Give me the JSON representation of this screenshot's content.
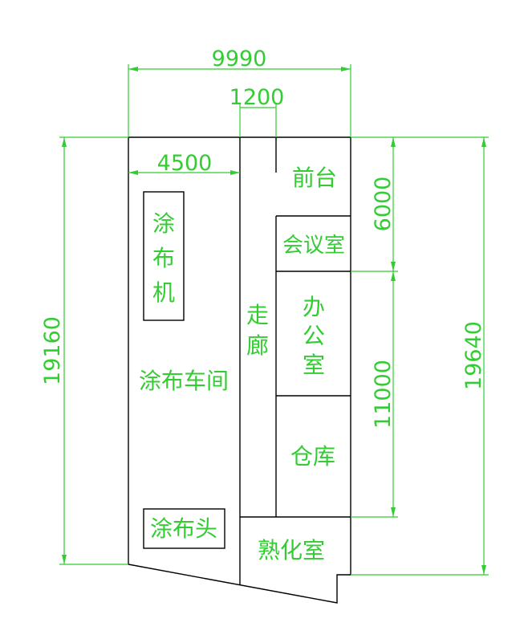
{
  "colors": {
    "dimension": "#33cc33",
    "wall": "#000000",
    "background": "#ffffff"
  },
  "dimensions": {
    "total_width": "9990",
    "corridor_width": "1200",
    "workshop_width": "4500",
    "front_block_height": "6000",
    "office_block_height": "11000",
    "left_height": "19160",
    "right_height": "19640"
  },
  "rooms": {
    "front_desk": "前台",
    "meeting_room": "会议室",
    "office": [
      "办",
      "公",
      "室"
    ],
    "warehouse": "仓库",
    "curing_room": "熟化室",
    "corridor": [
      "走",
      "廊"
    ],
    "coating_machine": [
      "涂",
      "布",
      "机"
    ],
    "coating_workshop": "涂布车间",
    "coating_head": "涂布头"
  }
}
